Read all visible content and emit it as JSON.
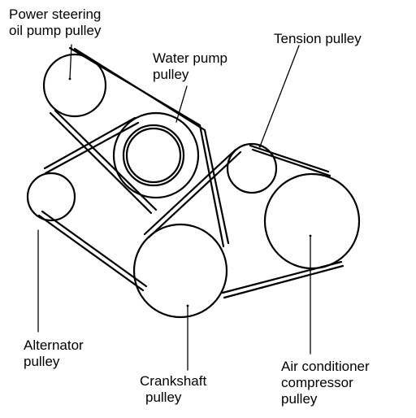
{
  "diagram": {
    "colors": {
      "ink": "#000000",
      "background": "#ffffff"
    },
    "labels": {
      "power_steering": [
        "Power steering",
        "oil pump pulley"
      ],
      "water_pump": [
        "Water pump",
        "pulley"
      ],
      "tension": [
        "Tension pulley"
      ],
      "alternator": [
        "Alternator",
        "pulley"
      ],
      "crankshaft": [
        "Crankshaft",
        "pulley"
      ],
      "air_conditioner": [
        "Air conditioner",
        "compressor",
        "pulley"
      ]
    }
  }
}
